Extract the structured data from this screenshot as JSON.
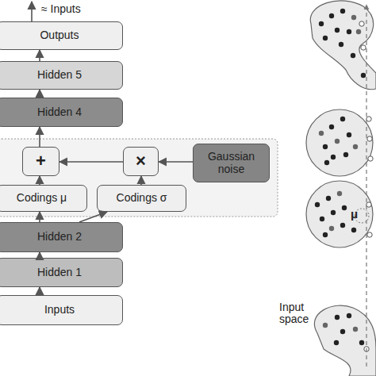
{
  "diagram": {
    "nodes": [
      {
        "text": [
          "Outputs"
        ]
      },
      {
        "text": [
          "Hidden 5"
        ]
      },
      {
        "text": [
          "Hidden 4"
        ]
      },
      {
        "text": [
          "+"
        ]
      },
      {
        "text": [
          "×"
        ]
      },
      {
        "text": [
          "Gaussian noise"
        ]
      },
      {
        "text": [
          "Codings μ"
        ]
      },
      {
        "text": [
          "Codings σ"
        ]
      },
      {
        "text": [
          "Hidden 2"
        ]
      },
      {
        "text": [
          "Hidden 1"
        ]
      },
      {
        "text": [
          "Inputs"
        ]
      }
    ],
    "edges": [
      {
        "from": 10,
        "to": 9,
        "arrow": "to"
      },
      {
        "from": 9,
        "to": 8,
        "arrow": "to"
      },
      {
        "from": 8,
        "to": 6,
        "arrow": "to"
      },
      {
        "from": 8,
        "to": 7,
        "arrow": "to"
      },
      {
        "from": 6,
        "to": 3,
        "arrow": "to"
      },
      {
        "from": 7,
        "to": 4,
        "arrow": "to"
      },
      {
        "from": 5,
        "to": 4,
        "arrow": "to"
      },
      {
        "from": 4,
        "to": 3,
        "arrow": "to"
      },
      {
        "from": 3,
        "to": 2,
        "arrow": "to"
      },
      {
        "from": 2,
        "to": 1,
        "arrow": "to"
      },
      {
        "from": 1,
        "to": 0,
        "arrow": "to"
      }
    ],
    "labels": [
      "≈ Inputs",
      "μ",
      "Input space"
    ]
  }
}
